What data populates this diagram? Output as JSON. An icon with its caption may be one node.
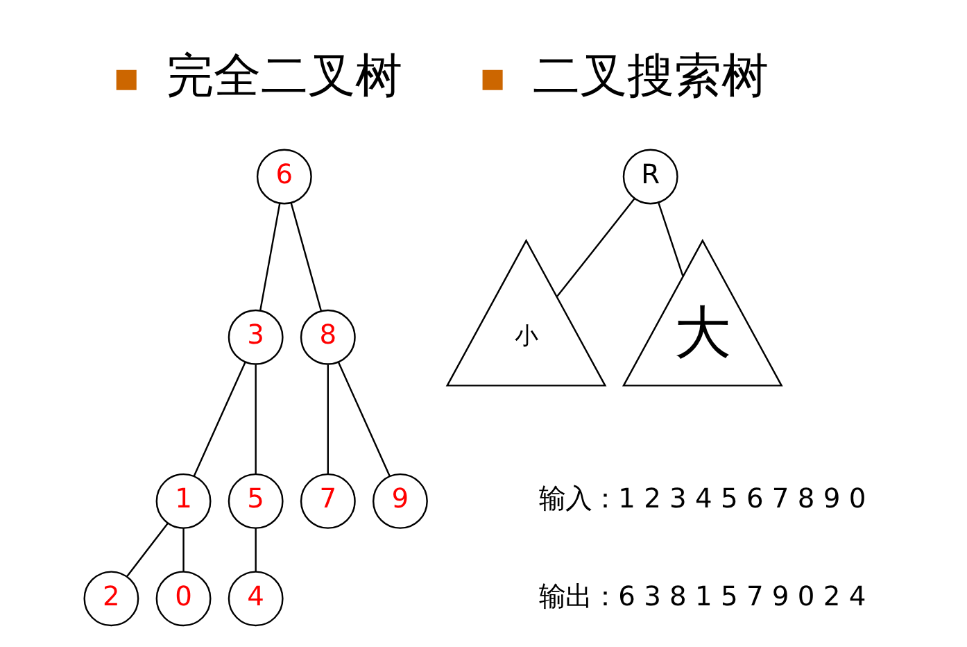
{
  "diagram": {
    "nodes": [
      {
        "text": [
          "R"
        ]
      },
      {
        "text": [
          "小"
        ]
      },
      {
        "text": [
          "大"
        ]
      },
      {
        "text": [
          "6"
        ]
      },
      {
        "text": [
          "3"
        ]
      },
      {
        "text": [
          "8"
        ]
      },
      {
        "text": [
          "1"
        ]
      },
      {
        "text": [
          "5"
        ]
      },
      {
        "text": [
          "7"
        ]
      },
      {
        "text": [
          "9"
        ]
      },
      {
        "text": [
          "0"
        ]
      },
      {
        "text": [
          "2"
        ]
      },
      {
        "text": [
          "4"
        ]
      }
    ],
    "edges": [
      {
        "from": 0,
        "to": 1,
        "arrow": "none"
      },
      {
        "from": 0,
        "to": 2,
        "arrow": "none"
      },
      {
        "from": 3,
        "to": 4,
        "arrow": "none"
      },
      {
        "from": 3,
        "to": 5,
        "arrow": "none"
      },
      {
        "from": 4,
        "to": 6,
        "arrow": "none"
      },
      {
        "from": 4,
        "to": 7,
        "arrow": "none"
      },
      {
        "from": 5,
        "to": 8,
        "arrow": "none"
      },
      {
        "from": 5,
        "to": 9,
        "arrow": "none"
      },
      {
        "from": 6,
        "to": 10,
        "arrow": "none"
      },
      {
        "from": 6,
        "to": 11,
        "arrow": "none"
      },
      {
        "from": 7,
        "to": 12,
        "arrow": "none"
      }
    ],
    "labels": [
      "二叉搜索树",
      "完全二叉树",
      "输入：1 2 3 4 5 6 7 8 9 0",
      "输出：6 3 8 1 5 7 9 0 2 4"
    ]
  }
}
